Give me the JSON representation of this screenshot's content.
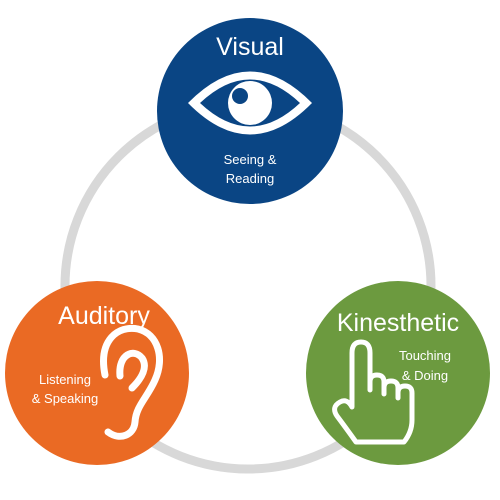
{
  "diagram": {
    "ring_color": "#d8d8d8",
    "nodes": [
      {
        "id": "visual",
        "title": "Visual",
        "desc_line1": "Seeing &",
        "desc_line2": "Reading",
        "color": "#0a4584",
        "icon": "eye-icon"
      },
      {
        "id": "auditory",
        "title": "Auditory",
        "desc_line1": "Listening",
        "desc_line2": "& Speaking",
        "color": "#ea6a24",
        "icon": "ear-icon"
      },
      {
        "id": "kinesthetic",
        "title": "Kinesthetic",
        "desc_line1": "Touching",
        "desc_line2": "& Doing",
        "color": "#6c9a3f",
        "icon": "pointing-hand-icon"
      }
    ]
  }
}
